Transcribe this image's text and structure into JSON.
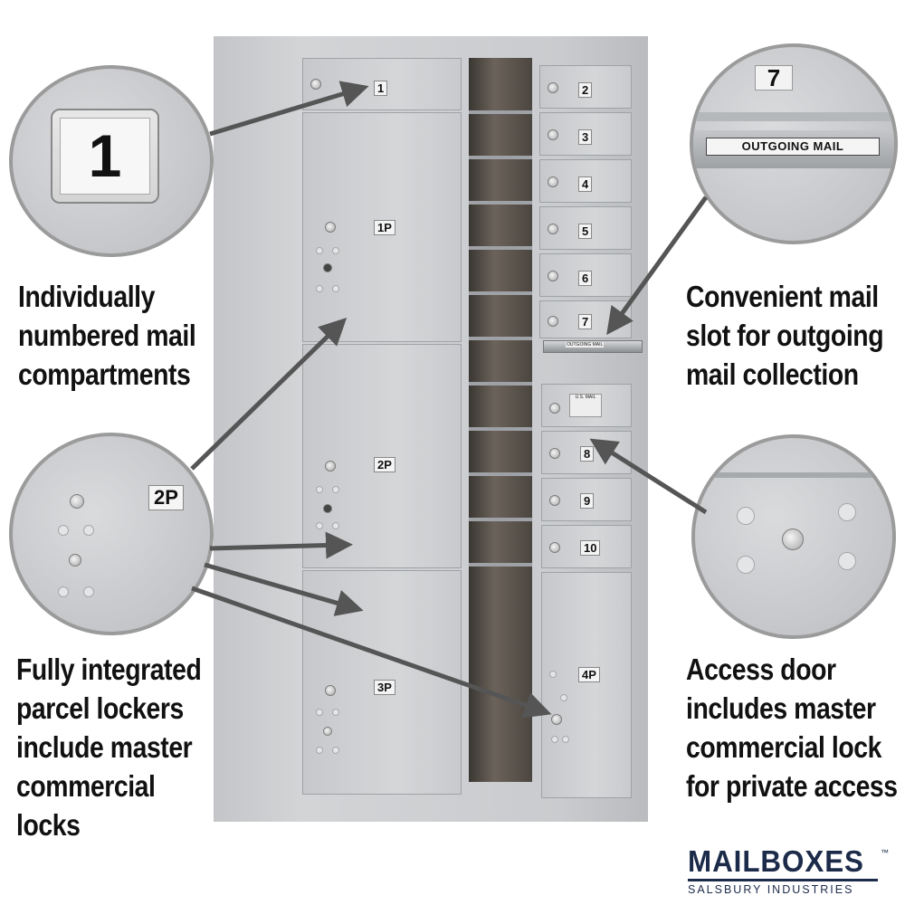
{
  "colors": {
    "arrow": "#555555",
    "brand": "#1c2b49",
    "cabinet": "#c9cbce"
  },
  "captions": {
    "top_left": [
      "Individually",
      "numbered mail",
      "compartments"
    ],
    "top_right": [
      "Convenient mail",
      "slot for outgoing",
      "mail collection"
    ],
    "bottom_left": [
      "Fully integrated",
      "parcel lockers",
      "include master",
      "commercial",
      "locks"
    ],
    "bottom_right": [
      "Access door",
      "includes master",
      "commercial lock",
      "for private access"
    ]
  },
  "zoom_circles": {
    "number_label": "1",
    "outgoing_label": "OUTGOING MAIL",
    "outgoing_compartment": "7",
    "parcel_label": "2P",
    "usps_label": "U.S. MAIL"
  },
  "cabinet": {
    "left_door": "1",
    "parcel_lockers": [
      "1P",
      "2P",
      "3P"
    ],
    "right_doors": [
      "2",
      "3",
      "4",
      "5",
      "6",
      "7",
      "8",
      "9",
      "10"
    ],
    "access_parcel": "4P",
    "slot_label": "OUTGOING MAIL"
  },
  "logo": {
    "brand": "MAILBOXES",
    "trademark": "™",
    "subtitle": "SALSBURY INDUSTRIES"
  }
}
